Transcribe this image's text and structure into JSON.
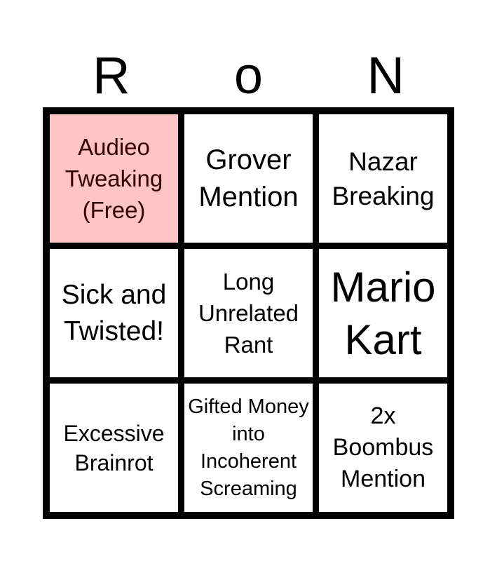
{
  "header": [
    "R",
    "o",
    "N"
  ],
  "free_color": "#ffc4c4",
  "cells": [
    "Audieo Tweaking (Free)",
    "Grover Mention",
    "Nazar Breaking",
    "Sick and Twisted!",
    "Long Unrelated Rant",
    "Mario Kart",
    "Excessive Brainrot",
    "Gifted Money into Incoherent Screaming",
    "2x Boombus Mention"
  ]
}
